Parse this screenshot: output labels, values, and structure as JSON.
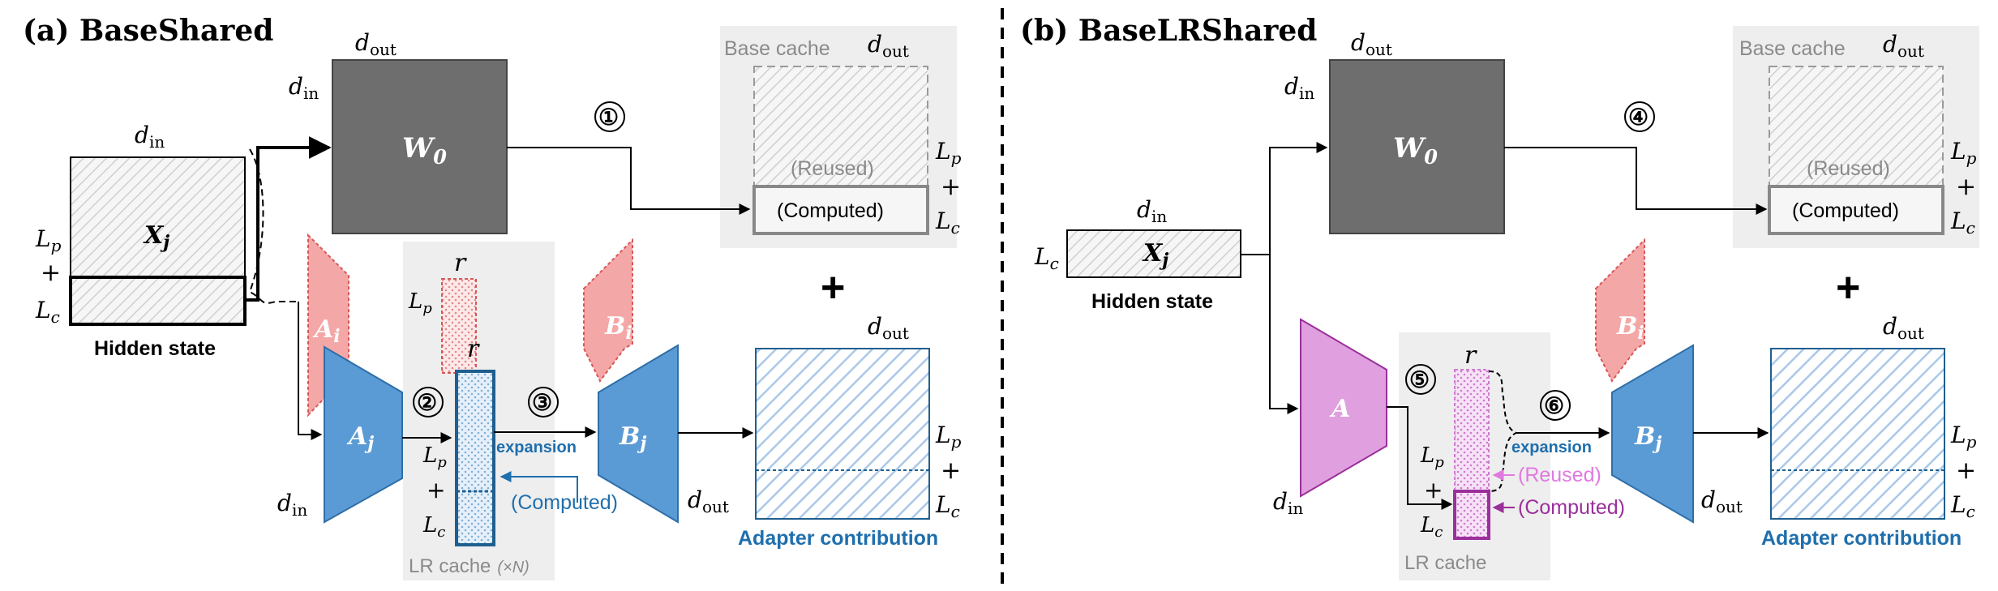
{
  "panel_a": {
    "title": "(a) BaseShared",
    "d_out_top": "d",
    "d_out_top_sub": "out",
    "d_in_left": "d",
    "d_in_left_sub": "in",
    "w0": "W",
    "w0_sub": "0",
    "step1": "①",
    "base_cache_label": "Base cache",
    "base_cache_dout": "d",
    "base_cache_dout_sub": "out",
    "reused": "(Reused)",
    "computed": "(Computed)",
    "lp": "L",
    "lp_sub": "p",
    "plus_small": "+",
    "lc": "L",
    "lc_sub": "c",
    "x_din": "d",
    "x_din_sub": "in",
    "x_label": "X",
    "x_sub": "j",
    "hidden_state": "Hidden state",
    "ai": "A",
    "ai_sub": "i",
    "aj": "A",
    "aj_sub": "j",
    "aj_din": "d",
    "aj_din_sub": "in",
    "step2": "②",
    "r_top": "r",
    "r_mid": "r",
    "lr_lp": "L",
    "lr_lp_sub": "p",
    "lr_plus": "+",
    "lr_lc": "L",
    "lr_lc_sub": "c",
    "lr_computed": "(Computed)",
    "lr_cache": "LR cache",
    "lr_cache_n": "(×N)",
    "step3": "③",
    "expansion": "expansion",
    "bi": "B",
    "bi_sub": "i",
    "bj": "B",
    "bj_sub": "j",
    "bj_dout": "d",
    "bj_dout_sub": "out",
    "big_plus": "+",
    "adapter_dout": "d",
    "adapter_dout_sub": "out",
    "adapter_contribution": "Adapter contribution"
  },
  "panel_b": {
    "title": "(b) BaseLRShared",
    "d_out_top": "d",
    "d_out_top_sub": "out",
    "d_in_left": "d",
    "d_in_left_sub": "in",
    "w0": "W",
    "w0_sub": "0",
    "step4": "④",
    "base_cache_label": "Base cache",
    "base_cache_dout": "d",
    "base_cache_dout_sub": "out",
    "reused": "(Reused)",
    "computed": "(Computed)",
    "lp": "L",
    "lp_sub": "p",
    "plus_small": "+",
    "lc": "L",
    "lc_sub": "c",
    "x_din": "d",
    "x_din_sub": "in",
    "x_lc": "L",
    "x_lc_sub": "c",
    "x_label": "X",
    "x_sub": "j",
    "hidden_state": "Hidden state",
    "a": "A",
    "a_din": "d",
    "a_din_sub": "in",
    "step5": "⑤",
    "r": "r",
    "lr_lp": "L",
    "lr_lp_sub": "p",
    "lr_plus": "+",
    "lr_lc": "L",
    "lr_lc_sub": "c",
    "lr_reused": "(Reused)",
    "lr_computed": "(Computed)",
    "lr_cache": "LR cache",
    "step6": "⑥",
    "expansion": "expansion",
    "bi": "B",
    "bi_sub": "i",
    "bj": "B",
    "bj_sub": "j",
    "bj_dout": "d",
    "bj_dout_sub": "out",
    "big_plus": "+",
    "adapter_dout": "d",
    "adapter_dout_sub": "out",
    "adapter_contribution": "Adapter contribution"
  },
  "colors": {
    "w0_fill": "#6e6e6e",
    "blue_shape": "#5b9bd5",
    "pink_shape": "#f4a7a7",
    "pink_stroke": "#d95555",
    "purple_shape": "#e0a0e0",
    "purple_stroke": "#9b2f9b",
    "blue_text": "#1f6fad",
    "cache_bg": "#eeeeee",
    "gray_text": "#8a8a8a"
  }
}
